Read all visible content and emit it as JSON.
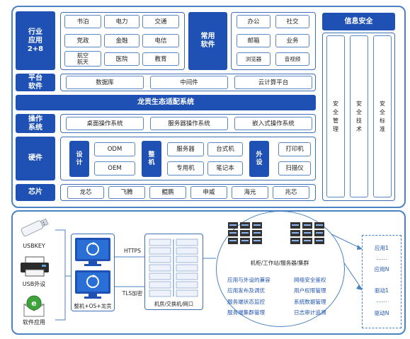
{
  "industry": {
    "label": "行业\n应用\n2+8",
    "cells": [
      "书泊",
      "电力",
      "交通",
      "党政",
      "金融",
      "电信",
      "航空\n航天",
      "医院",
      "教育"
    ]
  },
  "common_software": {
    "label": "常用\n软件",
    "cells": [
      "办公",
      "社交",
      "邮箱",
      "业务",
      "浏览器",
      "音视频"
    ]
  },
  "platform": {
    "label": "平台\n软件",
    "cells": [
      "数据库",
      "中间件",
      "云计算平台"
    ]
  },
  "ecosystem_bar": "龙贡生态适配系统",
  "os": {
    "label": "操作\n系统",
    "cells": [
      "桌面操作系统",
      "服务器操作系统",
      "嵌入式操作系统"
    ]
  },
  "hardware": {
    "label": "硬件",
    "design": {
      "label": "设\n计",
      "cells": [
        "ODM",
        "OEM"
      ]
    },
    "machine": {
      "label": "整\n机",
      "cells": [
        "服务器",
        "台式机",
        "专用机",
        "笔记本"
      ]
    },
    "peripheral": {
      "label": "外\n设",
      "cells": [
        "打印机",
        "扫描仪"
      ]
    }
  },
  "chips": {
    "label": "芯片",
    "cells": [
      "龙芯",
      "飞腾",
      "鲲鹏",
      "申威",
      "海光",
      "兆芯"
    ]
  },
  "security": {
    "title": "信息安全",
    "columns": [
      "安\n全\n管\n理",
      "安\n全\n技\n术",
      "安\n全\n标\n准"
    ]
  },
  "devices": {
    "usbkey": "USBKEY",
    "usb_peripheral": "USB外设",
    "software_app": "软件应用"
  },
  "machine_os": "整机+OS+龙贡",
  "https_label": "HTTPS",
  "tls_label": "TLS加密",
  "network_label": "机房/交换机/网口",
  "cluster_label": "机柜/工作站/服务器/集群",
  "features": {
    "left": [
      "应用与外设的兼容",
      "应用发布及调优",
      "服务端状态监控",
      "服务端集群管理"
    ],
    "right": [
      "网络安全鉴权",
      "用户权限管理",
      "系统数据管理",
      "日志审计追溯"
    ]
  },
  "endpoints": {
    "apps": [
      "应用1",
      "……",
      "应用N"
    ],
    "drivers": [
      "驱动1",
      "……",
      "驱动N"
    ]
  },
  "colors": {
    "navy": "#1f51b5",
    "border": "#4a82c3",
    "feature_text": "#2356b4"
  }
}
